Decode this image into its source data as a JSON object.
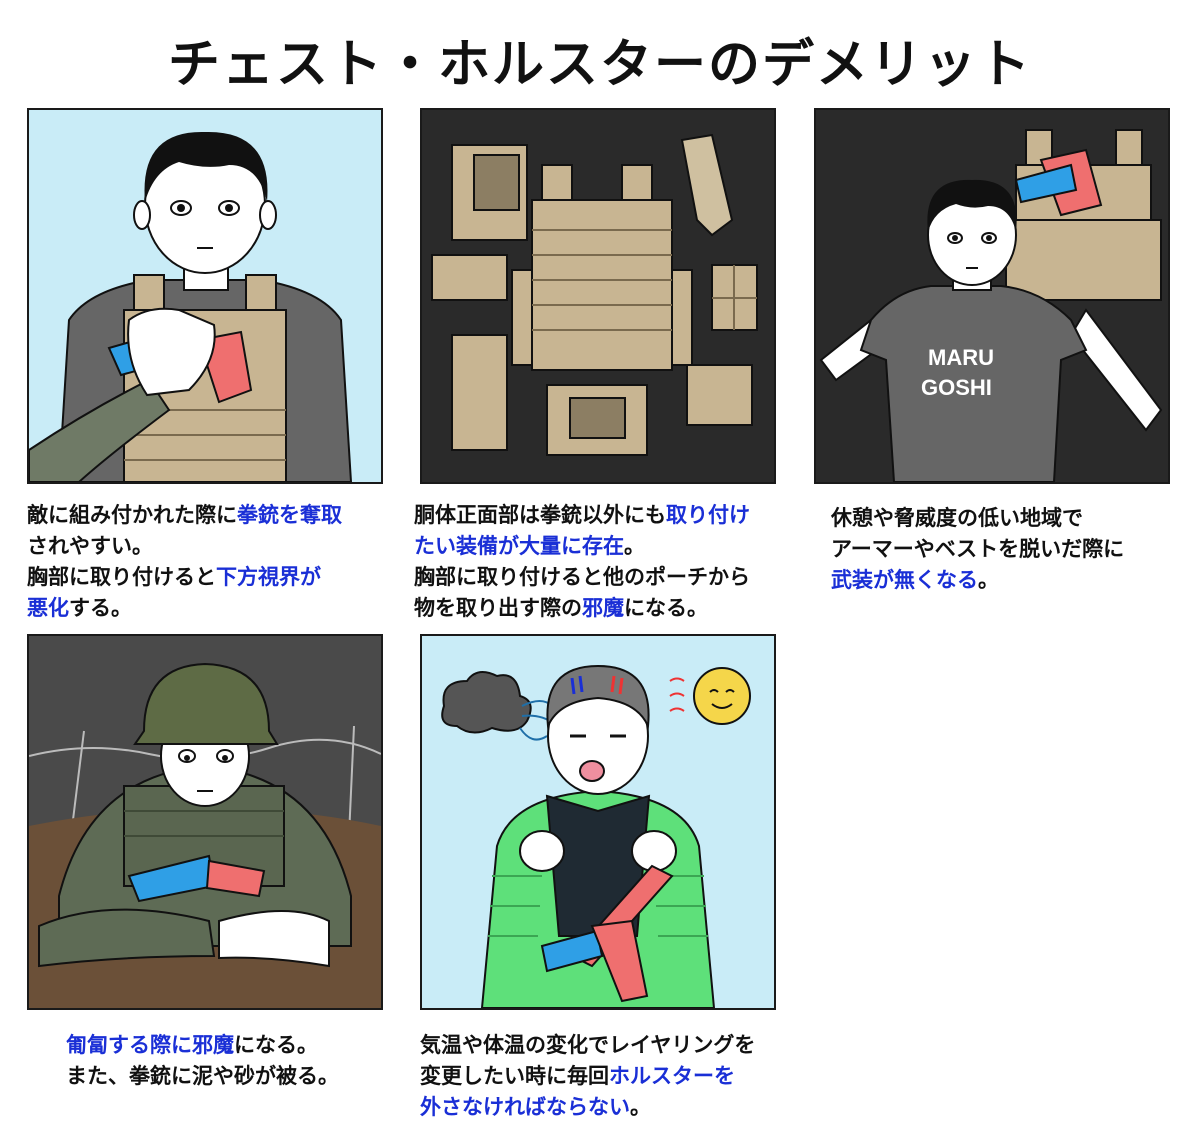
{
  "title": "チェスト・ホルスターのデメリット",
  "colors": {
    "highlight": "#1a2fd6",
    "light_bg": "#c9ecf7",
    "dark_bg": "#2a2a2a",
    "tan": "#c8b592"
  },
  "panels": [
    {
      "id": "panel-1",
      "caption": [
        [
          {
            "t": "敵に組み付かれた際に"
          },
          {
            "t": "拳銃を奪取",
            "hl": true
          }
        ],
        [
          {
            "t": "されやすい。"
          }
        ],
        [
          {
            "t": "胸部に取り付けると"
          },
          {
            "t": "下方視界が",
            "hl": true
          }
        ],
        [
          {
            "t": "悪化",
            "hl": true
          },
          {
            "t": "する。"
          }
        ]
      ]
    },
    {
      "id": "panel-2",
      "caption": [
        [
          {
            "t": "胴体正面部は拳銃以外にも"
          },
          {
            "t": "取り付け",
            "hl": true
          }
        ],
        [
          {
            "t": "たい装備が大量に存在",
            "hl": true
          },
          {
            "t": "。"
          }
        ],
        [
          {
            "t": "胸部に取り付けると他のポーチから"
          }
        ],
        [
          {
            "t": "物を取り出す際の"
          },
          {
            "t": "邪魔",
            "hl": true
          },
          {
            "t": "になる。"
          }
        ]
      ]
    },
    {
      "id": "panel-3",
      "shirt_text": [
        "MARU",
        "GOSHI"
      ],
      "caption": [
        [
          {
            "t": "休憩や脅威度の低い地域で"
          }
        ],
        [
          {
            "t": "アーマーやベストを脱いだ際に"
          }
        ],
        [
          {
            "t": "武装が無くなる",
            "hl": true
          },
          {
            "t": "。"
          }
        ]
      ]
    },
    {
      "id": "panel-4",
      "caption": [
        [
          {
            "t": "匍匐する際に邪魔",
            "hl": true
          },
          {
            "t": "になる。"
          }
        ],
        [
          {
            "t": "また、拳銃に泥や砂が被る。"
          }
        ]
      ]
    },
    {
      "id": "panel-5",
      "caption": [
        [
          {
            "t": "気温や体温の変化でレイヤリングを"
          }
        ],
        [
          {
            "t": "変更したい時に毎回"
          },
          {
            "t": "ホルスターを",
            "hl": true
          }
        ],
        [
          {
            "t": "外さなければならない",
            "hl": true
          },
          {
            "t": "。"
          }
        ]
      ]
    }
  ]
}
